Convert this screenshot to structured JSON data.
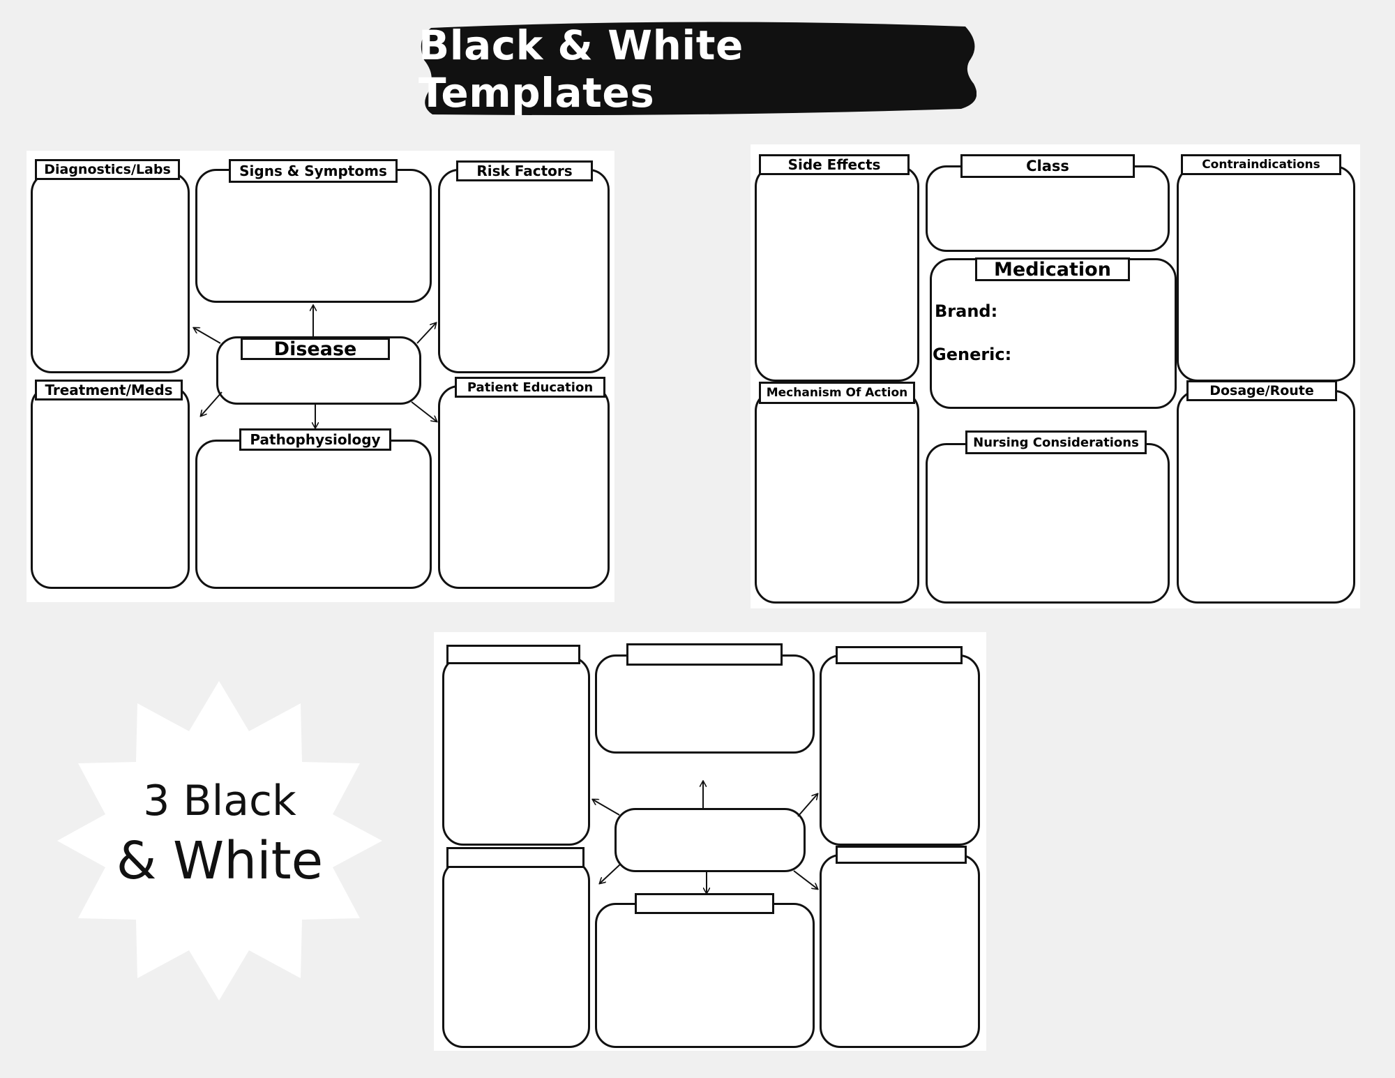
{
  "banner": {
    "title": "Black & White Templates"
  },
  "disease_template": {
    "diagnostics_label": "Diagnostics/Labs",
    "signs_label": "Signs & Symptoms",
    "risk_label": "Risk Factors",
    "disease_label": "Disease",
    "treatment_label": "Treatment/Meds",
    "patient_education_label": "Patient Education",
    "pathophysiology_label": "Pathophysiology"
  },
  "medication_template": {
    "side_effects_label": "Side Effects",
    "class_label": "Class",
    "contraindications_label": "Contraindications",
    "medication_label": "Medication",
    "brand_label": "Brand:",
    "generic_label": "Generic:",
    "mechanism_label": "Mechanism Of Action",
    "dosage_label": "Dosage/Route",
    "nursing_label": "Nursing Considerations"
  },
  "badge": {
    "line1": "3 Black",
    "line2": "& White"
  },
  "colors": {
    "background": "#f0f0f0",
    "ink": "#111111",
    "paper": "#ffffff"
  }
}
